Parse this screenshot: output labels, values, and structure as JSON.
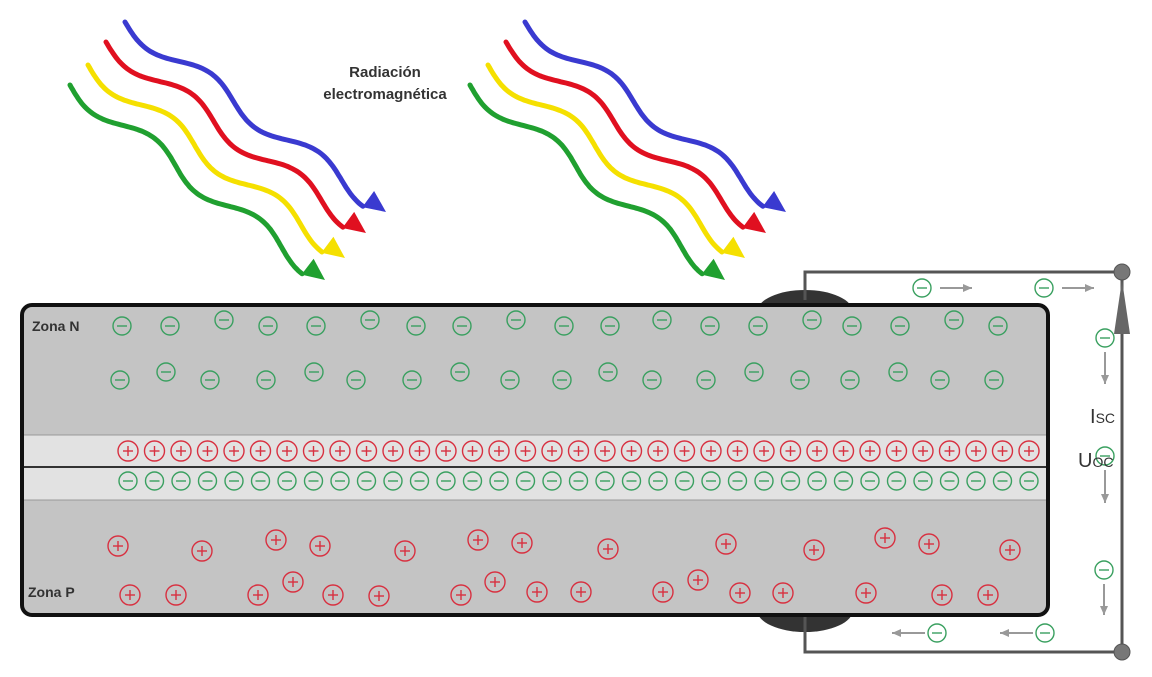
{
  "labels": {
    "radiation_line1": "Radiación",
    "radiation_line2": "electromagnética",
    "zone_n": "Zona N",
    "zone_p": "Zona P",
    "isc_main": "I",
    "isc_sub": "SC",
    "uoc_main": "U",
    "uoc_sub": "OC"
  },
  "colors": {
    "blue": "#3a3ad0",
    "red": "#e01020",
    "yellow": "#f5e000",
    "green": "#20a030",
    "electron": "#3aa060",
    "hole": "#d83040",
    "panel": "#c4c4c4",
    "junction": "#e4e4e4"
  }
}
